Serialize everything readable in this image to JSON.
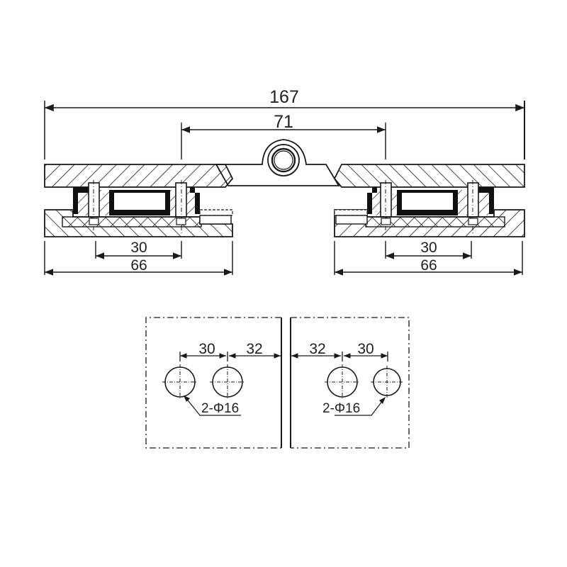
{
  "section_view": {
    "overall_width": {
      "label": "167",
      "value": 167,
      "unit": "mm"
    },
    "pivot_span": {
      "label": "71",
      "value": 71
    },
    "left_leaf": {
      "screw_spacing": {
        "label": "30",
        "value": 30
      },
      "plate_width": {
        "label": "66",
        "value": 66
      }
    },
    "right_leaf": {
      "screw_spacing": {
        "label": "30",
        "value": 30
      },
      "plate_width": {
        "label": "66",
        "value": 66
      }
    }
  },
  "glass_cutout_view": {
    "left_panel": {
      "hole_spacing": {
        "label": "30",
        "value": 30
      },
      "edge_distance": {
        "label": "32",
        "value": 32
      },
      "hole_callout": {
        "label": "2-Φ16",
        "count": 2,
        "diameter": 16
      }
    },
    "right_panel": {
      "edge_distance": {
        "label": "32",
        "value": 32
      },
      "hole_spacing": {
        "label": "30",
        "value": 30
      },
      "hole_callout": {
        "label": "2-Φ16",
        "count": 2,
        "diameter": 16
      }
    }
  },
  "colors": {
    "line": "#1a1a1a",
    "background": "#ffffff"
  }
}
